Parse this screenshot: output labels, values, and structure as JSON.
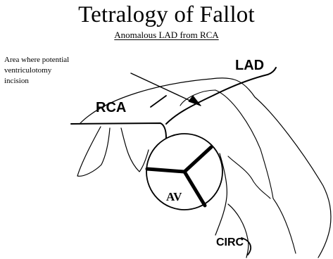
{
  "title": "Tetralogy of Fallot",
  "subtitle": "Anomalous LAD from RCA",
  "note": "Area where potential\nventriculotomy\nincision",
  "labels": {
    "lad": "LAD",
    "rca": "RCA",
    "av": "AV",
    "circ": "CIRC"
  }
}
